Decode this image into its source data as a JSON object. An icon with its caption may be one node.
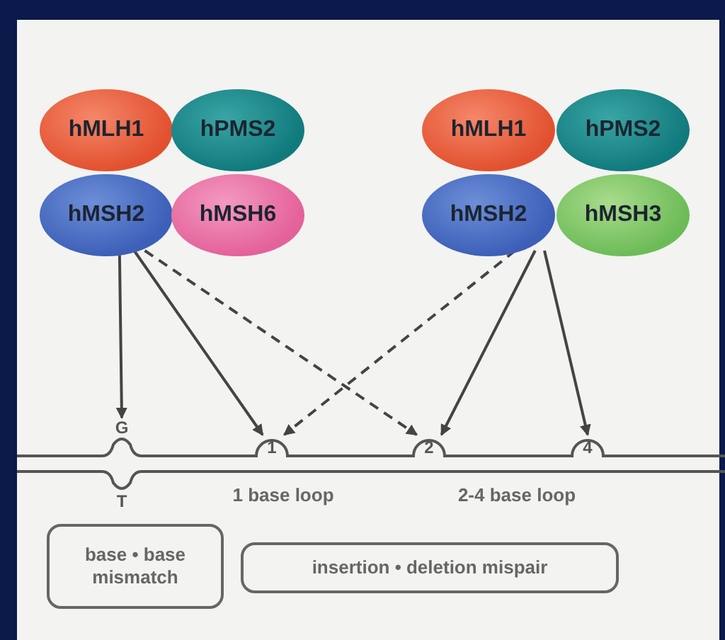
{
  "diagram": {
    "nodes": [
      {
        "text": [
          "hMLH1"
        ]
      },
      {
        "text": [
          "hPMS2"
        ]
      },
      {
        "text": [
          "hMSH2"
        ]
      },
      {
        "text": [
          "hMSH6"
        ]
      },
      {
        "text": [
          "hMLH1"
        ]
      },
      {
        "text": [
          "hPMS2"
        ]
      },
      {
        "text": [
          "hMSH2"
        ]
      },
      {
        "text": [
          "hMSH3"
        ]
      },
      {
        "text": [
          "G",
          "T"
        ]
      },
      {
        "text": [
          "1"
        ]
      },
      {
        "text": [
          "2"
        ]
      },
      {
        "text": [
          "4"
        ]
      },
      {
        "text": [
          "base • base mismatch"
        ]
      },
      {
        "text": [
          "insertion • deletion mispair"
        ]
      }
    ],
    "edges": [
      {
        "from": 2,
        "to": 8,
        "arrow": "to"
      },
      {
        "from": 2,
        "to": 9,
        "arrow": "to"
      },
      {
        "from": 2,
        "to": 10,
        "arrow": "to",
        "style": "dashed"
      },
      {
        "from": 6,
        "to": 9,
        "arrow": "to",
        "style": "dashed"
      },
      {
        "from": 6,
        "to": 10,
        "arrow": "to"
      },
      {
        "from": 6,
        "to": 11,
        "arrow": "to"
      }
    ],
    "labels": [
      "1 base loop",
      "2-4 base loop"
    ]
  }
}
